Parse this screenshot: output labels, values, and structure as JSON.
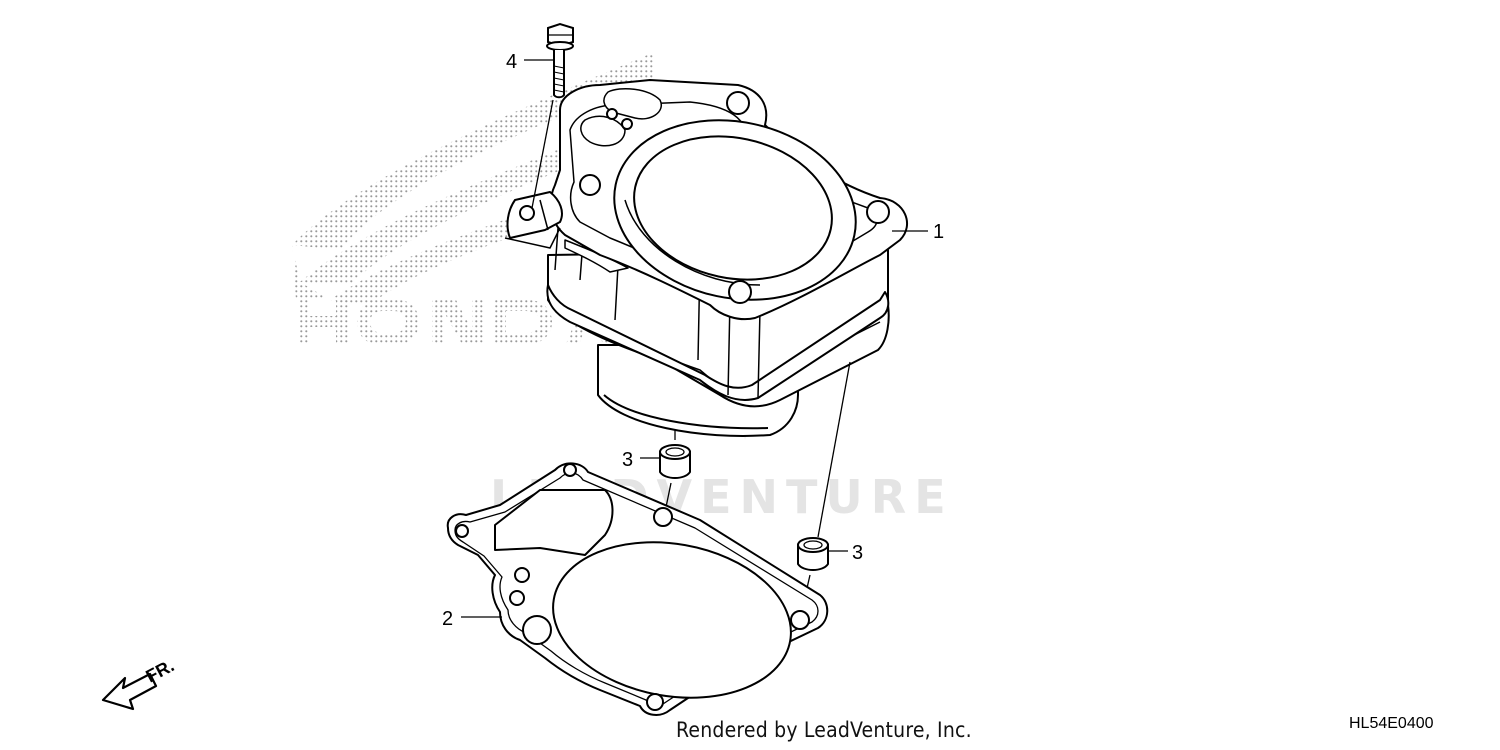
{
  "callouts": {
    "p1": "1",
    "p2": "2",
    "p3a": "3",
    "p3b": "3",
    "p4": "4"
  },
  "watermark_text": "LEADVENTURE",
  "direction_label": "FR.",
  "credit": "Rendered by LeadVenture, Inc.",
  "diagram_code": "HL54E0400",
  "colors": {
    "line": "#000000",
    "watermark": "#e4e4e4",
    "dots": "#9a9a9a",
    "background": "#ffffff"
  }
}
